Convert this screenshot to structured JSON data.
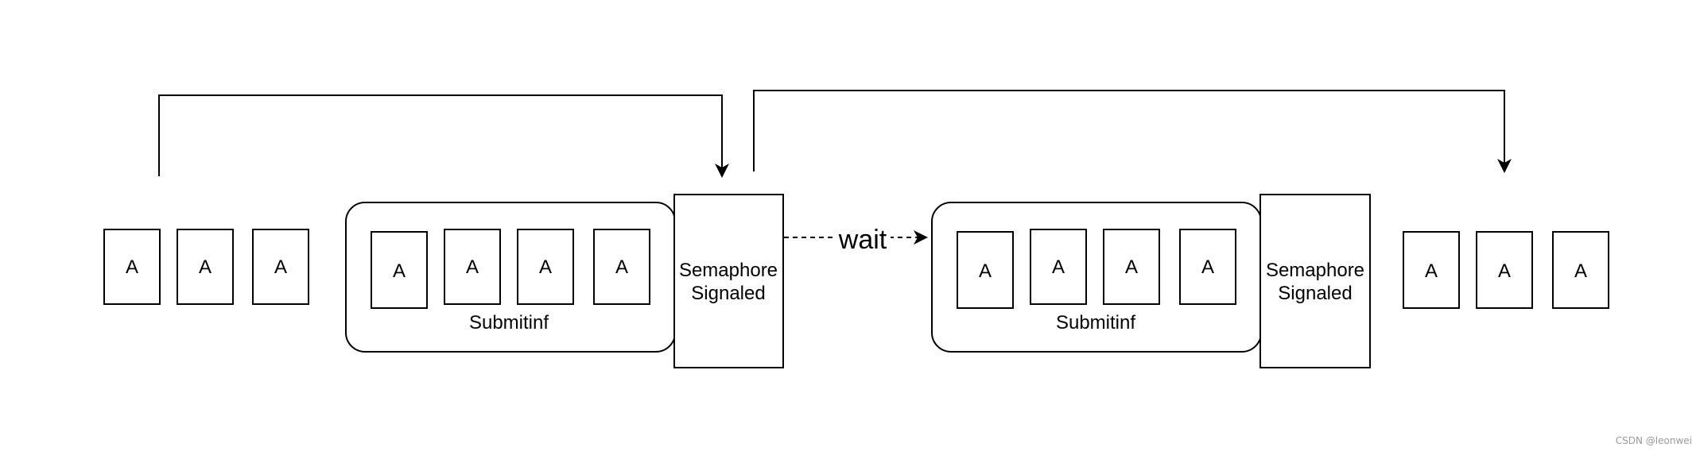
{
  "diagram": {
    "box_label": "A",
    "group_label": "Submitinf",
    "semaphore_label_line1": "Semaphore",
    "semaphore_label_line2": "Signaled",
    "wait_label": "wait",
    "left_queue": [
      "A",
      "A",
      "A"
    ],
    "group1_items": [
      "A",
      "A",
      "A",
      "A"
    ],
    "group2_items": [
      "A",
      "A",
      "A",
      "A"
    ],
    "right_queue": [
      "A",
      "A",
      "A"
    ]
  },
  "watermark": "CSDN @leonwei"
}
